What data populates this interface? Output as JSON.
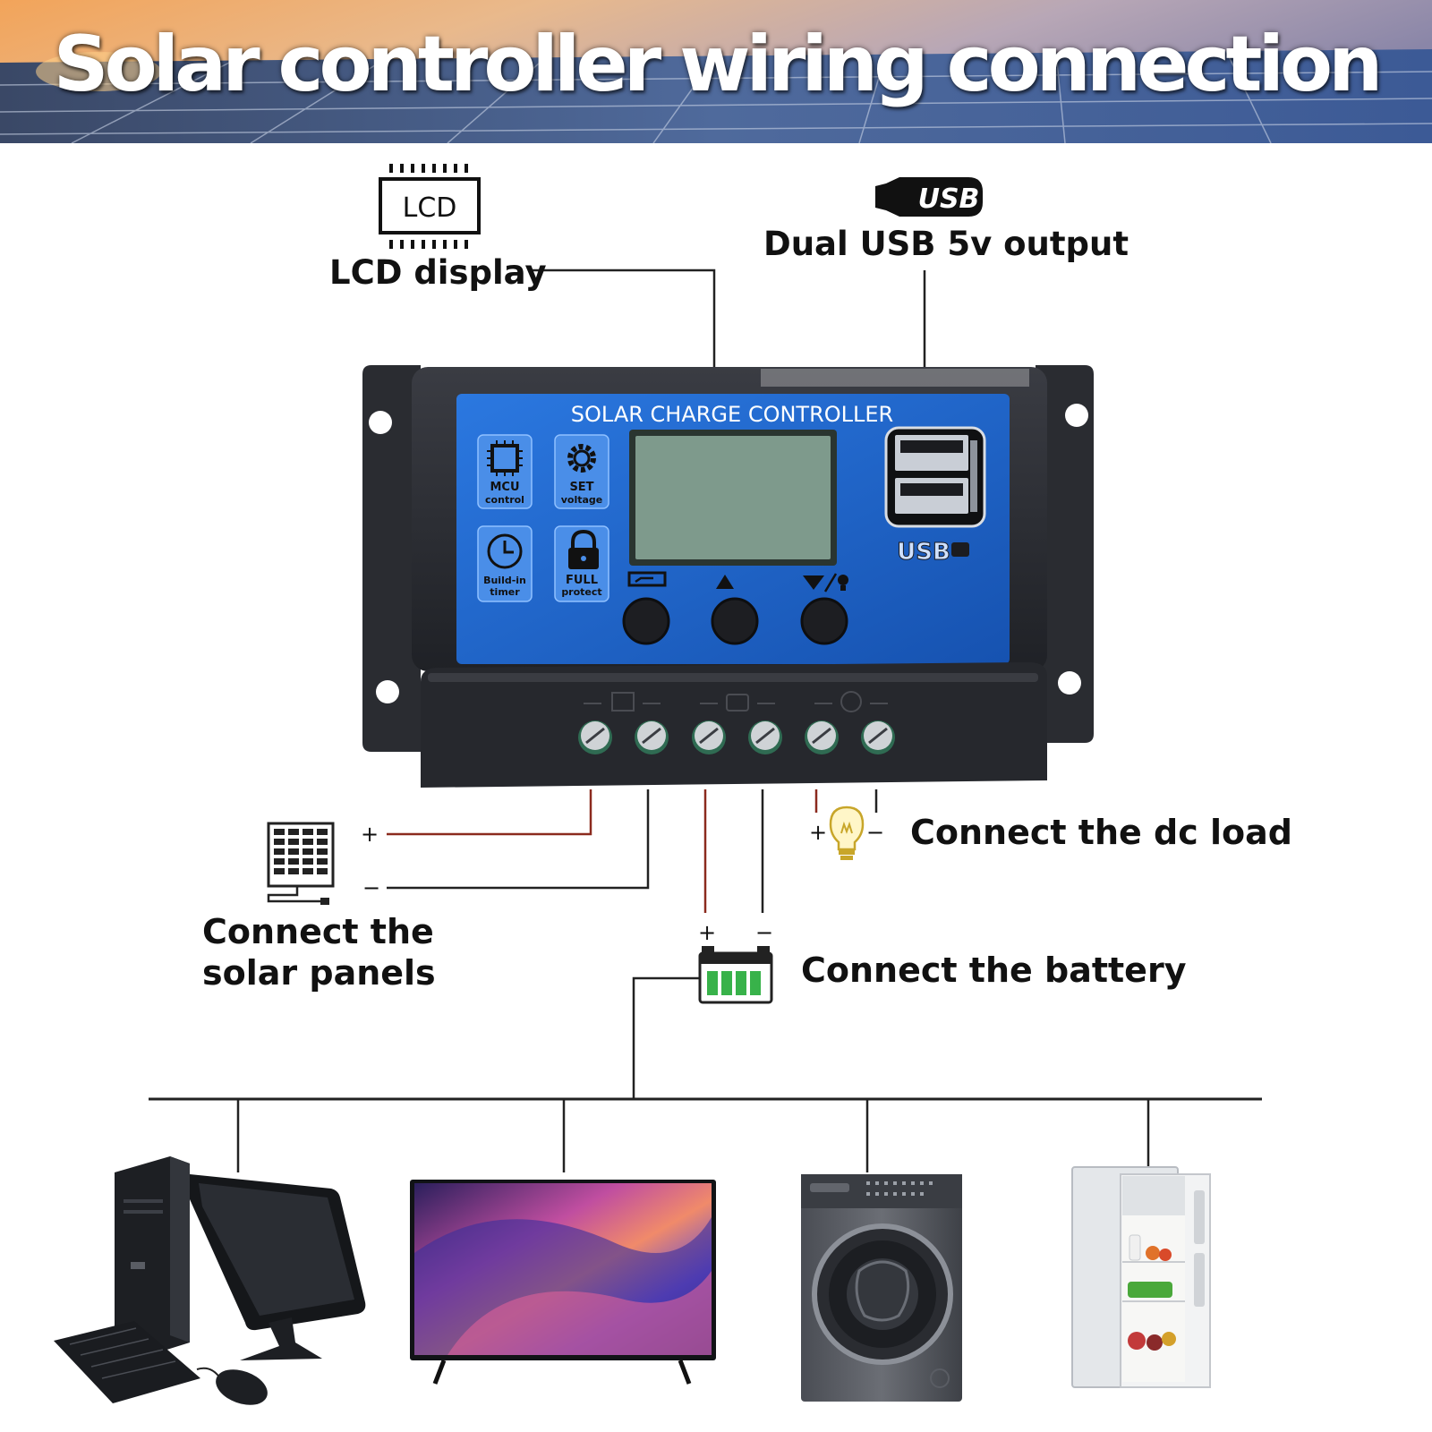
{
  "banner": {
    "title": "Solar controller wiring connection"
  },
  "labels": {
    "lcd_display": "LCD display",
    "usb_output": "Dual USB 5v output",
    "dc_load": "Connect the dc load",
    "battery": "Connect the battery",
    "solar_line1": "Connect the",
    "solar_line2": "solar panels"
  },
  "icons": {
    "lcd_chip_text": "LCD",
    "usb_plug_text": "USB"
  },
  "controller": {
    "title": "SOLAR CHARGE CONTROLLER",
    "usb_mark": "USB",
    "features": [
      {
        "icon": "chip-icon",
        "line1": "MCU",
        "line2": "control"
      },
      {
        "icon": "gear-icon",
        "line1": "SET",
        "line2": "voltage"
      },
      {
        "icon": "clock-icon",
        "line1": "Build-in",
        "line2": "timer"
      },
      {
        "icon": "lock-icon",
        "line1": "FULL",
        "line2": "protect"
      }
    ]
  },
  "polarity": {
    "plus": "+",
    "minus": "−"
  },
  "colors": {
    "panel_blue": "#1e63c9",
    "housing": "#2b2d33",
    "lcd_screen": "#7e9a8c",
    "wire_red": "#8b2a1e",
    "wire_dark": "#222222",
    "battery_green": "#38b24a"
  }
}
